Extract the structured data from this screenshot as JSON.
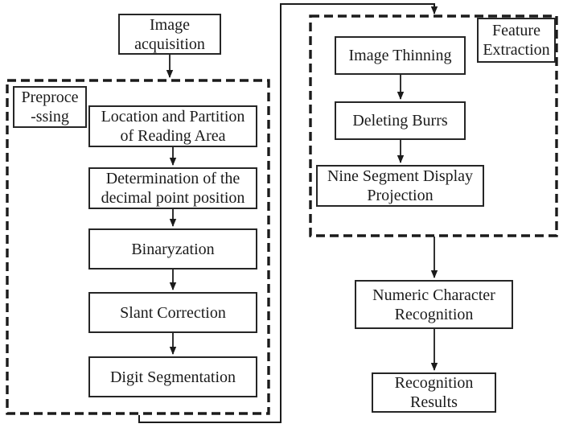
{
  "diagram": {
    "type": "flowchart",
    "colors": {
      "ink": "#1b1b1b",
      "background": "#ffffff"
    },
    "containers": [
      {
        "id": "preprocessing",
        "label": "Preproce\n-ssing"
      },
      {
        "id": "feature-extraction",
        "label": "Feature\nExtraction"
      }
    ],
    "nodes": [
      {
        "id": "image-acquisition",
        "label": "Image\nacquisition"
      },
      {
        "id": "location-partition",
        "label": "Location and Partition\nof Reading Area"
      },
      {
        "id": "decimal-point",
        "label": "Determination of the\ndecimal point position"
      },
      {
        "id": "binaryzation",
        "label": "Binaryzation"
      },
      {
        "id": "slant-correction",
        "label": "Slant Correction"
      },
      {
        "id": "digit-segmentation",
        "label": "Digit Segmentation"
      },
      {
        "id": "image-thinning",
        "label": "Image Thinning"
      },
      {
        "id": "deleting-burrs",
        "label": "Deleting Burrs"
      },
      {
        "id": "nine-segment",
        "label": "Nine Segment Display\nProjection"
      },
      {
        "id": "numeric-recognition",
        "label": "Numeric Character\nRecognition"
      },
      {
        "id": "recognition-results",
        "label": "Recognition\nResults"
      }
    ],
    "edges": [
      {
        "from": "image-acquisition",
        "to": "preprocessing-container"
      },
      {
        "from": "location-partition",
        "to": "decimal-point"
      },
      {
        "from": "decimal-point",
        "to": "binaryzation"
      },
      {
        "from": "binaryzation",
        "to": "slant-correction"
      },
      {
        "from": "slant-correction",
        "to": "digit-segmentation"
      },
      {
        "from": "preprocessing-container",
        "to": "feature-extraction-container"
      },
      {
        "from": "image-thinning",
        "to": "deleting-burrs"
      },
      {
        "from": "deleting-burrs",
        "to": "nine-segment"
      },
      {
        "from": "feature-extraction-container",
        "to": "numeric-recognition"
      },
      {
        "from": "numeric-recognition",
        "to": "recognition-results"
      }
    ]
  }
}
